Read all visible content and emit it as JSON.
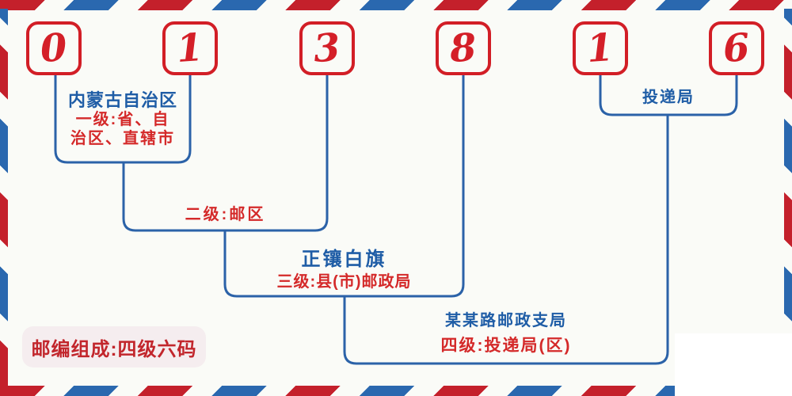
{
  "code": {
    "digits": [
      "0",
      "1",
      "3",
      "8",
      "1",
      "6"
    ]
  },
  "levels": {
    "level1": {
      "region": "内蒙古自治区",
      "desc_line1": "一级:省、自",
      "desc_line2": "治区、直辖市"
    },
    "level2": {
      "label": "二级:邮区"
    },
    "level3": {
      "name": "正镶白旗",
      "label": "三级:县(市)邮政局"
    },
    "level4": {
      "name": "某某路邮政支局",
      "label": "四级:投递局(区)"
    },
    "delivery": {
      "label": "投递局"
    }
  },
  "badge": {
    "text": "邮编组成:四级六码"
  },
  "colors": {
    "digit_red": "#d21e26",
    "text_red": "#d42929",
    "text_blue": "#1f5da6",
    "line_blue": "#2b62a8",
    "stripe_red": "#c4202b",
    "stripe_blue": "#2a68af",
    "badge_bg": "#f5edef",
    "background": "#fafbf7"
  }
}
